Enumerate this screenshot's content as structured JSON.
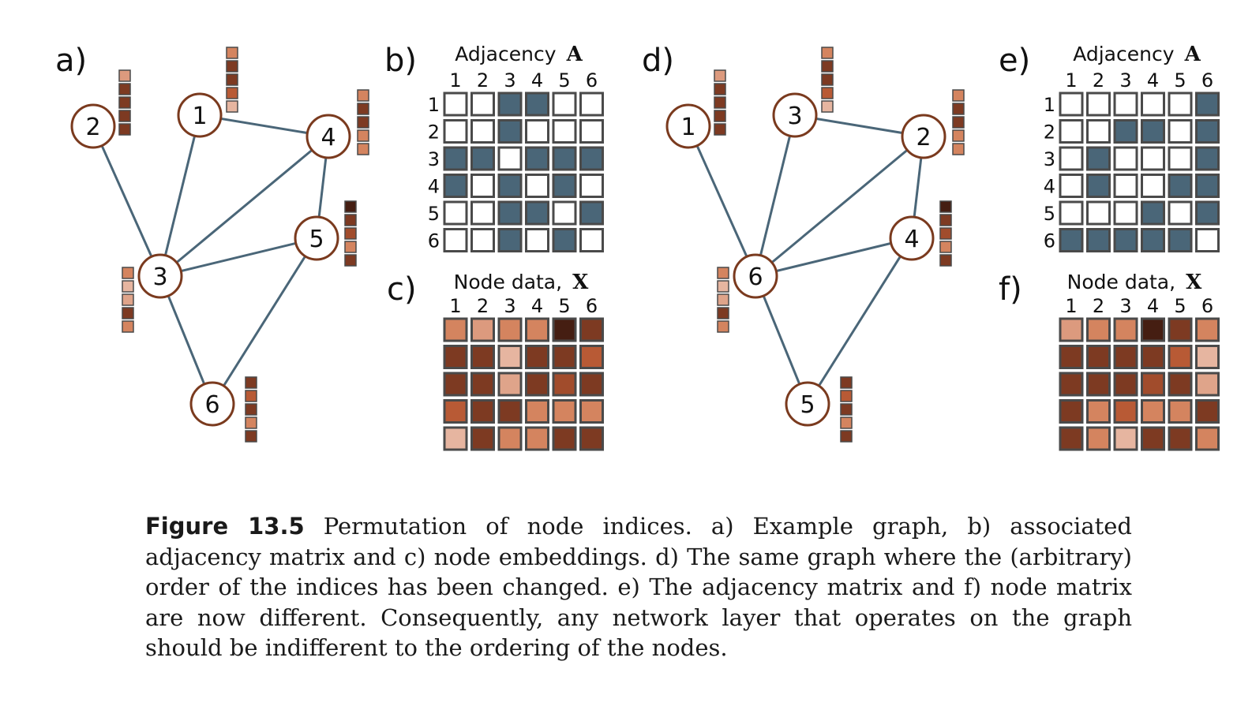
{
  "figure": {
    "panels": {
      "a": "a)",
      "b": "b)",
      "c": "c)",
      "d": "d)",
      "e": "e)",
      "f": "f)"
    },
    "adjacency_title": "Adjacency",
    "adjacency_symbol": "A",
    "node_data_title": "Node data,",
    "node_data_symbol": "X",
    "indices": [
      "1",
      "2",
      "3",
      "4",
      "5",
      "6"
    ],
    "colors": {
      "edge": "#4a6678",
      "node_stroke": "#7a3a1e",
      "adj_on": "#4a6678",
      "adj_off": "#ffffff",
      "cell_border": "#4a4a4a"
    },
    "graph_original": {
      "nodes": [
        {
          "label": "1",
          "features": [
            "#d4845f",
            "#7d3a22",
            "#7d3a22",
            "#b85a35",
            "#e6b5a0"
          ]
        },
        {
          "label": "2",
          "features": [
            "#dc9a7e",
            "#7d3a22",
            "#7d3a22",
            "#7d3a22",
            "#7d3a22"
          ]
        },
        {
          "label": "3",
          "features": [
            "#d4845f",
            "#e6b5a0",
            "#dfa48a",
            "#7d3a22",
            "#d4845f"
          ]
        },
        {
          "label": "4",
          "features": [
            "#d4845f",
            "#7d3a22",
            "#7d3a22",
            "#d4845f",
            "#d4845f"
          ]
        },
        {
          "label": "5",
          "features": [
            "#451e12",
            "#7d3a22",
            "#a14c2c",
            "#d4845f",
            "#7d3a22"
          ]
        },
        {
          "label": "6",
          "features": [
            "#7d3a22",
            "#b85a35",
            "#7d3a22",
            "#d4845f",
            "#7d3a22"
          ]
        }
      ],
      "edges": [
        [
          "1",
          "3"
        ],
        [
          "1",
          "4"
        ],
        [
          "2",
          "3"
        ],
        [
          "3",
          "4"
        ],
        [
          "3",
          "5"
        ],
        [
          "3",
          "6"
        ],
        [
          "4",
          "5"
        ],
        [
          "5",
          "6"
        ]
      ],
      "adjacency": [
        [
          0,
          0,
          1,
          1,
          0,
          0
        ],
        [
          0,
          0,
          1,
          0,
          0,
          0
        ],
        [
          1,
          1,
          0,
          1,
          1,
          1
        ],
        [
          1,
          0,
          1,
          0,
          1,
          0
        ],
        [
          0,
          0,
          1,
          1,
          0,
          1
        ],
        [
          0,
          0,
          1,
          0,
          1,
          0
        ]
      ]
    },
    "graph_permuted": {
      "nodes": [
        {
          "label": "1",
          "features": [
            "#dc9a7e",
            "#7d3a22",
            "#7d3a22",
            "#7d3a22",
            "#7d3a22"
          ]
        },
        {
          "label": "2",
          "features": [
            "#d4845f",
            "#7d3a22",
            "#7d3a22",
            "#d4845f",
            "#d4845f"
          ]
        },
        {
          "label": "3",
          "features": [
            "#d4845f",
            "#7d3a22",
            "#7d3a22",
            "#b85a35",
            "#e6b5a0"
          ]
        },
        {
          "label": "4",
          "features": [
            "#451e12",
            "#7d3a22",
            "#a14c2c",
            "#d4845f",
            "#7d3a22"
          ]
        },
        {
          "label": "5",
          "features": [
            "#7d3a22",
            "#b85a35",
            "#7d3a22",
            "#d4845f",
            "#7d3a22"
          ]
        },
        {
          "label": "6",
          "features": [
            "#d4845f",
            "#e6b5a0",
            "#dfa48a",
            "#7d3a22",
            "#d4845f"
          ]
        }
      ],
      "edges": [
        [
          "3",
          "6"
        ],
        [
          "3",
          "2"
        ],
        [
          "1",
          "6"
        ],
        [
          "6",
          "2"
        ],
        [
          "6",
          "4"
        ],
        [
          "6",
          "5"
        ],
        [
          "2",
          "4"
        ],
        [
          "4",
          "5"
        ]
      ],
      "adjacency": [
        [
          0,
          0,
          0,
          0,
          0,
          1
        ],
        [
          0,
          0,
          1,
          1,
          0,
          1
        ],
        [
          0,
          1,
          0,
          0,
          0,
          1
        ],
        [
          0,
          1,
          0,
          0,
          1,
          1
        ],
        [
          0,
          0,
          0,
          1,
          0,
          1
        ],
        [
          1,
          1,
          1,
          1,
          1,
          0
        ]
      ]
    }
  },
  "caption": {
    "figure_number": "Figure 13.5",
    "text": "Permutation of node indices. a) Example graph, b) associated adjacency matrix and c) node embeddings. d) The same graph where the (arbitrary) order of the indices has been changed. e) The adjacency matrix and f) node matrix are now different. Consequently, any network layer that operates on the graph should be indifferent to the ordering of the nodes."
  }
}
